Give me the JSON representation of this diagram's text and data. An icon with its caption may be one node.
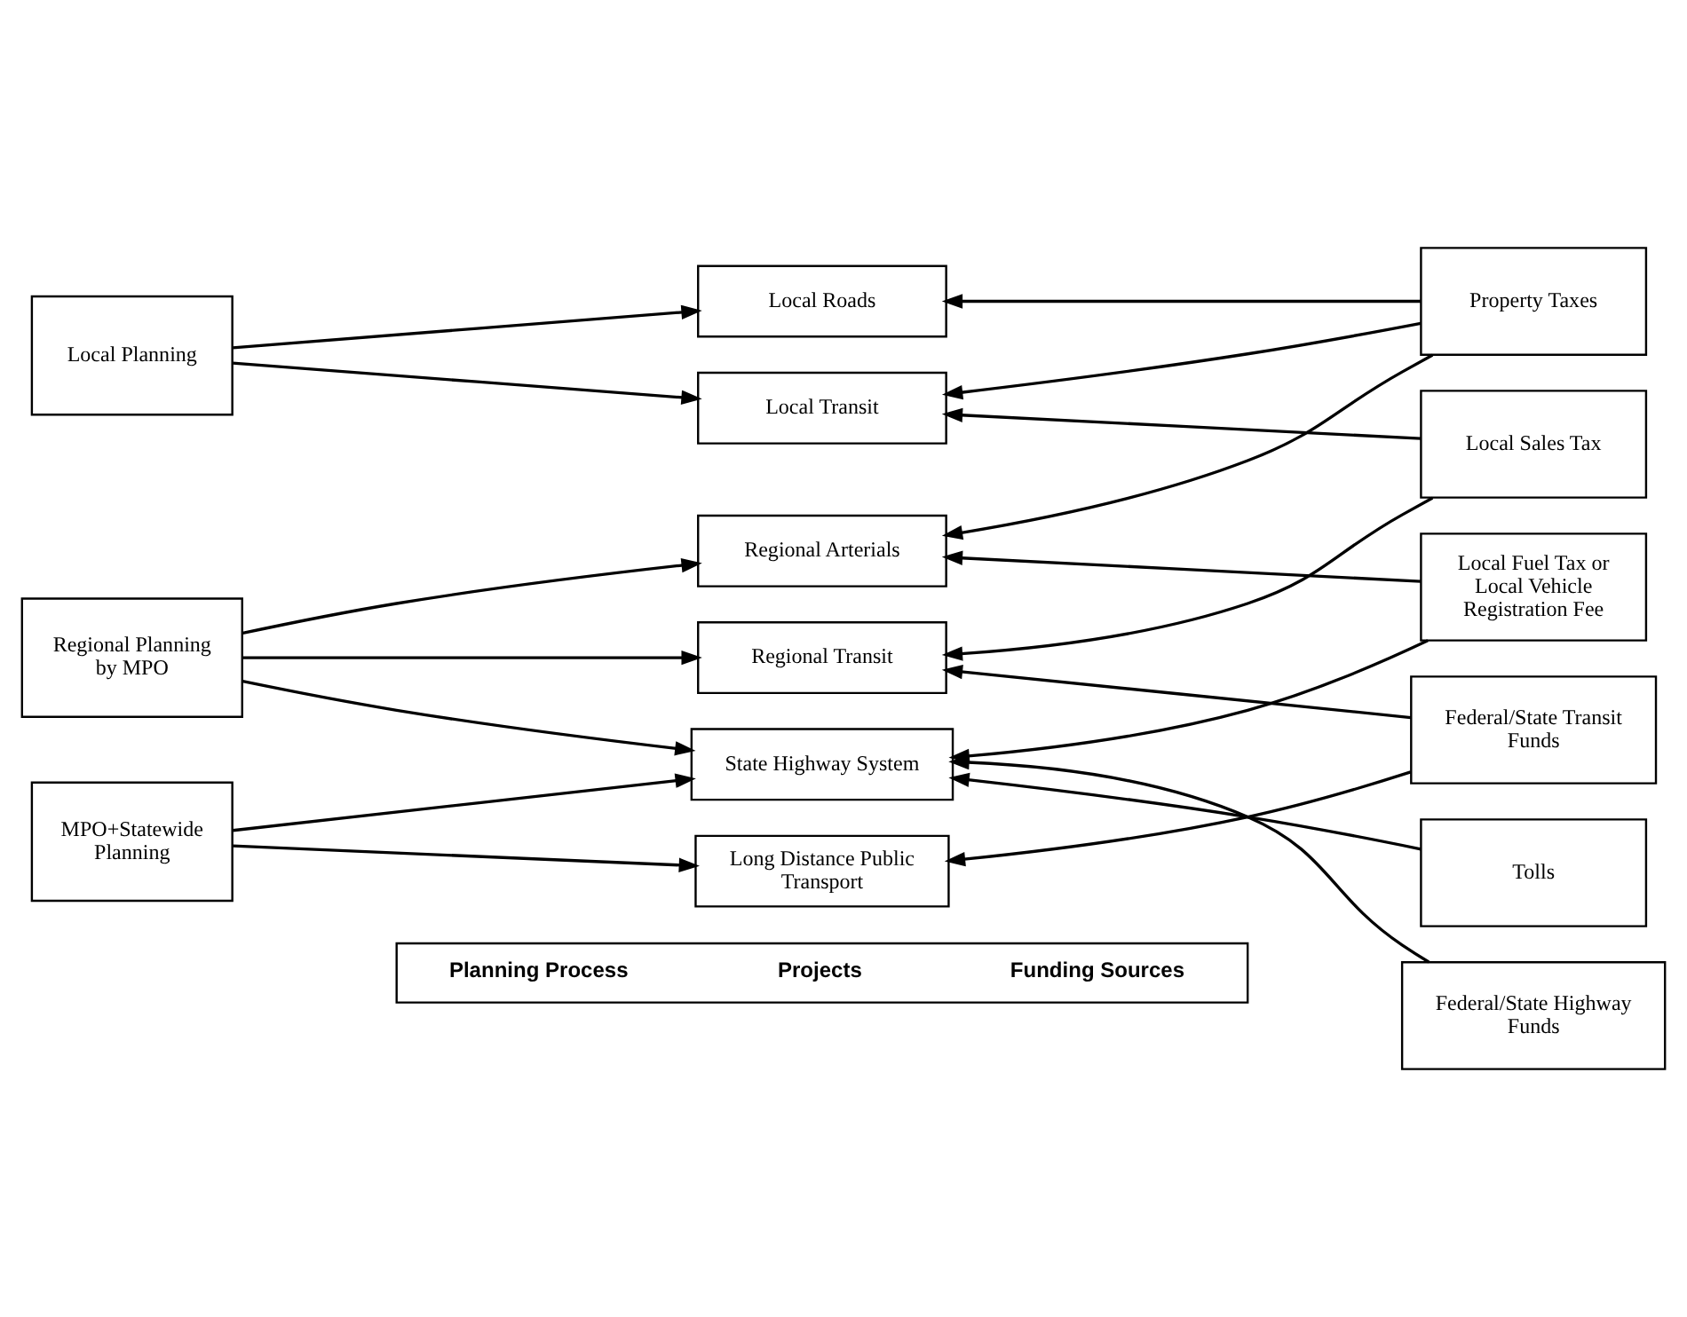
{
  "diagram": {
    "nodes": [
      {
        "text": [
          "Planning Process",
          "Projects",
          "Funding Sources"
        ]
      },
      {
        "text": [
          "Local Planning"
        ]
      },
      {
        "text": [
          "Regional Planning by MPO"
        ]
      },
      {
        "text": [
          "MPO+Statewide Planning"
        ]
      },
      {
        "text": [
          "Local Roads"
        ]
      },
      {
        "text": [
          "Regional Arterials"
        ]
      },
      {
        "text": [
          "State Highway System"
        ]
      },
      {
        "text": [
          "Local Transit"
        ]
      },
      {
        "text": [
          "Regional Transit"
        ]
      },
      {
        "text": [
          "Long Distance Public Transport"
        ]
      },
      {
        "text": [
          "Property Taxes"
        ]
      },
      {
        "text": [
          "Local Fuel Tax or Local Vehicle Registration Fee"
        ]
      },
      {
        "text": [
          "Tolls"
        ]
      },
      {
        "text": [
          "Federal/State Highway Funds"
        ]
      },
      {
        "text": [
          "Local Sales Tax"
        ]
      },
      {
        "text": [
          "Federal/State Transit Funds"
        ]
      }
    ],
    "edges": [
      {
        "from": 1,
        "to": 4,
        "arrow": "to"
      },
      {
        "from": 1,
        "to": 7,
        "arrow": "to"
      },
      {
        "from": 2,
        "to": 5,
        "arrow": "to"
      },
      {
        "from": 2,
        "to": 6,
        "arrow": "to"
      },
      {
        "from": 2,
        "to": 8,
        "arrow": "to"
      },
      {
        "from": 3,
        "to": 6,
        "arrow": "to"
      },
      {
        "from": 3,
        "to": 9,
        "arrow": "to"
      },
      {
        "from": 10,
        "to": 4,
        "arrow": "to"
      },
      {
        "from": 10,
        "to": 5,
        "arrow": "to"
      },
      {
        "from": 10,
        "to": 7,
        "arrow": "to"
      },
      {
        "from": 11,
        "to": 5,
        "arrow": "to"
      },
      {
        "from": 11,
        "to": 6,
        "arrow": "to"
      },
      {
        "from": 12,
        "to": 6,
        "arrow": "to"
      },
      {
        "from": 13,
        "to": 6,
        "arrow": "to"
      },
      {
        "from": 14,
        "to": 7,
        "arrow": "to"
      },
      {
        "from": 14,
        "to": 8,
        "arrow": "to"
      },
      {
        "from": 15,
        "to": 8,
        "arrow": "to"
      },
      {
        "from": 15,
        "to": 9,
        "arrow": "to"
      }
    ]
  }
}
